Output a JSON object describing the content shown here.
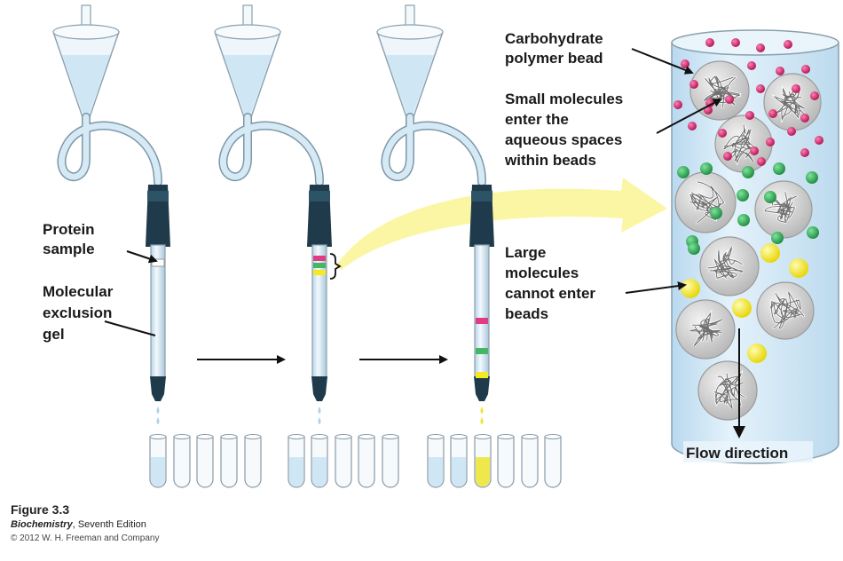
{
  "labels": {
    "protein_sample": [
      "Protein",
      "sample"
    ],
    "molecular_exclusion_gel": [
      "Molecular",
      "exclusion",
      "gel"
    ],
    "carbohydrate_bead": [
      "Carbohydrate",
      "polymer bead"
    ],
    "small_molecules": [
      "Small molecules",
      "enter the",
      "aqueous spaces",
      "within beads"
    ],
    "large_molecules": [
      "Large",
      "molecules",
      "cannot enter",
      "beads"
    ],
    "flow_direction": "Flow direction"
  },
  "caption": {
    "figure": "Figure 3.3",
    "book_title": "Biochemistry",
    "book_edition": ", Seventh Edition",
    "copyright": "© 2012 W. H. Freeman and Company"
  },
  "colors": {
    "liquid": "#cfe6f5",
    "tube_fill": "#eef6fb",
    "tube_stroke": "#8aa0ae",
    "cap_dark": "#1f3a4a",
    "small_molecule": "#c2185b",
    "medium_molecule": "#2e9e4f",
    "large_molecule": "#f4ea20",
    "bead_fill": "#d9d9d9",
    "highlight_arrow": "#fbf59a",
    "column_bg": "#d7ebf8"
  },
  "icons": [
    "separatory-funnel-icon",
    "collection-tube-icon",
    "bead-icon",
    "arrow-icon"
  ]
}
